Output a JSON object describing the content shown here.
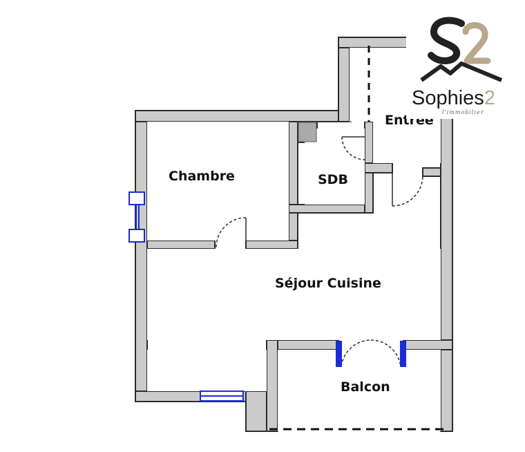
{
  "rooms": {
    "entree": "Entree",
    "chambre": "Chambre",
    "sdb": "SDB",
    "sejour": "Séjour Cuisine",
    "balcon": "Balcon"
  },
  "logo": {
    "name_main": "Sophies",
    "name_num": "2",
    "tagline": "l'immobilier"
  },
  "colors": {
    "wall_fill": "#cbcbcb",
    "wall_stroke": "#2b2b2b",
    "window": "#1c2bd6",
    "logo_dark": "#222222",
    "logo_gold": "#b9a88c"
  }
}
